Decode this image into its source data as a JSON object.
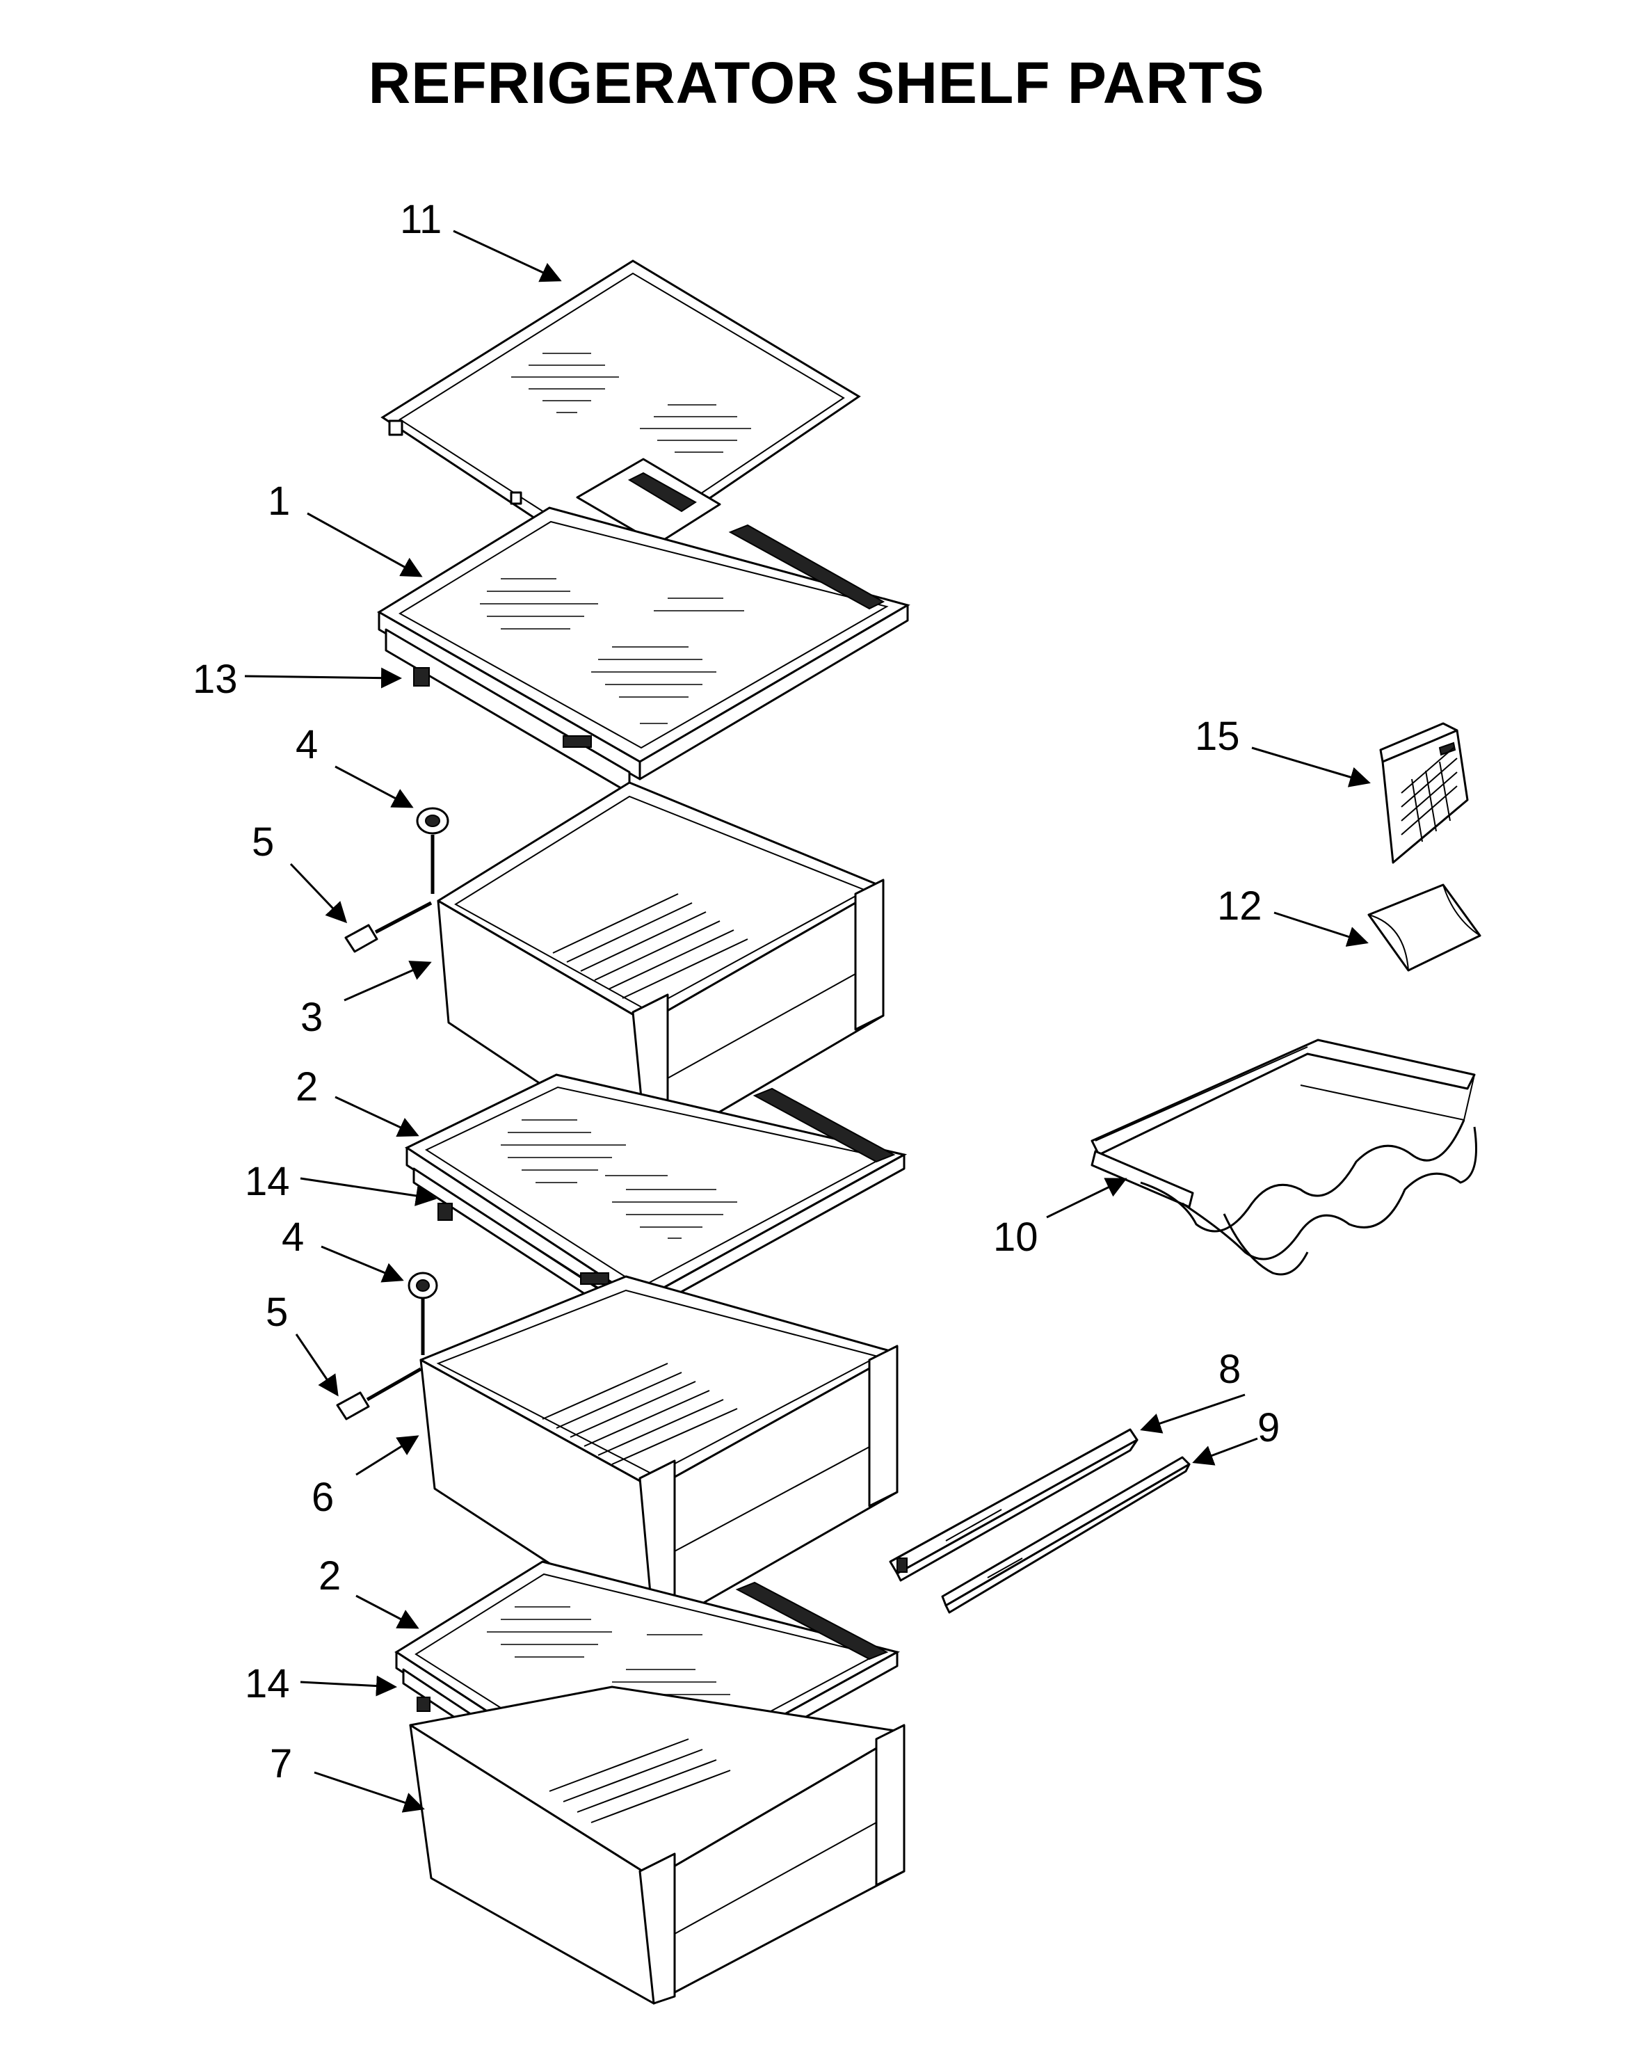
{
  "title": "REFRIGERATOR SHELF PARTS",
  "callouts": {
    "c1": "1",
    "c2a": "2",
    "c2b": "2",
    "c3": "3",
    "c4a": "4",
    "c4b": "4",
    "c5a": "5",
    "c5b": "5",
    "c6": "6",
    "c7": "7",
    "c8": "8",
    "c9": "9",
    "c10": "10",
    "c11": "11",
    "c12": "12",
    "c13": "13",
    "c14a": "14",
    "c14b": "14",
    "c15": "15"
  }
}
